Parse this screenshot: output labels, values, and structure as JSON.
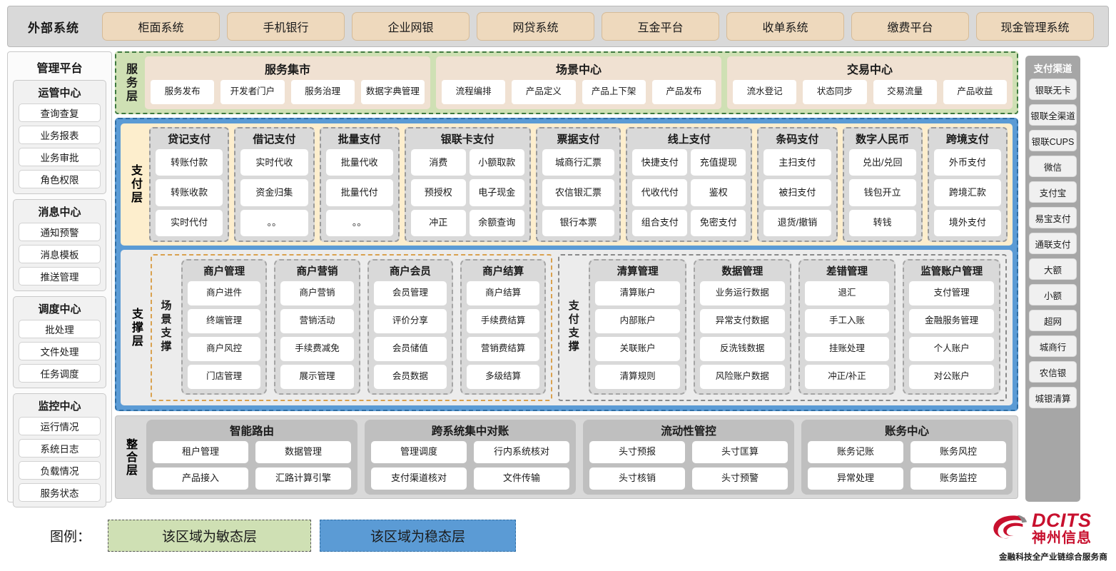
{
  "external": {
    "title": "外部系统",
    "items": [
      "柜面系统",
      "手机银行",
      "企业网银",
      "网贷系统",
      "互金平台",
      "收单系统",
      "缴费平台",
      "现金管理系统"
    ]
  },
  "mgmt": {
    "title": "管理平台",
    "groups": [
      {
        "title": "运管中心",
        "items": [
          "查询查复",
          "业务报表",
          "业务审批",
          "角色权限"
        ]
      },
      {
        "title": "消息中心",
        "items": [
          "通知预警",
          "消息模板",
          "推送管理"
        ]
      },
      {
        "title": "调度中心",
        "items": [
          "批处理",
          "文件处理",
          "任务调度"
        ]
      },
      {
        "title": "监控中心",
        "items": [
          "运行情况",
          "系统日志",
          "负载情况",
          "服务状态"
        ]
      }
    ]
  },
  "channels": {
    "title": "支付渠道",
    "items": [
      "银联无卡",
      "银联全渠道",
      "银联CUPS",
      "微信",
      "支付宝",
      "易宝支付",
      "通联支付",
      "大额",
      "小额",
      "超网",
      "城商行",
      "农信银",
      "城银清算"
    ]
  },
  "service_layer": {
    "vtitle": "服务层",
    "cards": [
      {
        "title": "服务集市",
        "items": [
          "服务发布",
          "开发者门户",
          "服务治理",
          "数据字典管理"
        ]
      },
      {
        "title": "场景中心",
        "items": [
          "流程编排",
          "产品定义",
          "产品上下架",
          "产品发布"
        ]
      },
      {
        "title": "交易中心",
        "items": [
          "流水登记",
          "状态同步",
          "交易流量",
          "产品收益"
        ]
      }
    ]
  },
  "payment_layer": {
    "vtitle": "支付层",
    "columns": [
      {
        "title": "贷记支付",
        "cols": 1,
        "items": [
          "转账付款",
          "转账收款",
          "实时代付"
        ]
      },
      {
        "title": "借记支付",
        "cols": 1,
        "items": [
          "实时代收",
          "资金归集",
          "。。"
        ]
      },
      {
        "title": "批量支付",
        "cols": 1,
        "items": [
          "批量代收",
          "批量代付",
          "。。"
        ]
      },
      {
        "title": "银联卡支付",
        "cols": 2,
        "items": [
          "消费",
          "小额取款",
          "预授权",
          "电子现金",
          "冲正",
          "余额查询"
        ]
      },
      {
        "title": "票据支付",
        "cols": 1,
        "items": [
          "城商行汇票",
          "农信银汇票",
          "银行本票"
        ]
      },
      {
        "title": "线上支付",
        "cols": 2,
        "items": [
          "快捷支付",
          "充值提现",
          "代收代付",
          "鉴权",
          "组合支付",
          "免密支付"
        ]
      },
      {
        "title": "条码支付",
        "cols": 1,
        "items": [
          "主扫支付",
          "被扫支付",
          "退货/撤销"
        ]
      },
      {
        "title": "数字人民币",
        "cols": 1,
        "items": [
          "兑出/兑回",
          "钱包开立",
          "转钱"
        ]
      },
      {
        "title": "跨境支付",
        "cols": 1,
        "items": [
          "外币支付",
          "跨境汇款",
          "境外支付"
        ]
      }
    ]
  },
  "support_layer": {
    "vtitle": "支撑层",
    "regions": [
      {
        "vtitle": "场景支撑",
        "columns": [
          {
            "title": "商户管理",
            "items": [
              "商户进件",
              "终端管理",
              "商户风控",
              "门店管理"
            ]
          },
          {
            "title": "商户营销",
            "items": [
              "商户营销",
              "营销活动",
              "手续费减免",
              "展示管理"
            ]
          },
          {
            "title": "商户会员",
            "items": [
              "会员管理",
              "评价分享",
              "会员储值",
              "会员数据"
            ]
          },
          {
            "title": "商户结算",
            "items": [
              "商户结算",
              "手续费结算",
              "营销费结算",
              "多级结算"
            ]
          }
        ]
      },
      {
        "vtitle": "支付支撑",
        "columns": [
          {
            "title": "清算管理",
            "items": [
              "清算账户",
              "内部账户",
              "关联账户",
              "清算规则"
            ]
          },
          {
            "title": "数据管理",
            "items": [
              "业务运行数据",
              "异常支付数据",
              "反洗钱数据",
              "风险账户数据"
            ]
          },
          {
            "title": "差错管理",
            "items": [
              "退汇",
              "手工入账",
              "挂账处理",
              "冲正/补正"
            ]
          },
          {
            "title": "监管账户管理",
            "items": [
              "支付管理",
              "金融服务管理",
              "个人账户",
              "对公账户"
            ]
          }
        ]
      }
    ]
  },
  "integration_layer": {
    "vtitle": "整合层",
    "cards": [
      {
        "title": "智能路由",
        "items": [
          "租户管理",
          "数据管理",
          "产品接入",
          "汇路计算引擎"
        ]
      },
      {
        "title": "跨系统集中对账",
        "items": [
          "管理调度",
          "行内系统核对",
          "支付渠道核对",
          "文件传输"
        ]
      },
      {
        "title": "流动性管控",
        "items": [
          "头寸预报",
          "头寸匡算",
          "头寸核销",
          "头寸预警"
        ]
      },
      {
        "title": "账务中心",
        "items": [
          "账务记账",
          "账务风控",
          "异常处理",
          "账务监控"
        ]
      }
    ]
  },
  "legend": {
    "label": "图例：",
    "agile": "该区域为敏态层",
    "stable": "该区域为稳态层"
  },
  "logo": {
    "en": "DCITS",
    "cn": "神州信息",
    "tagline": "金融科技全产业链综合服务商"
  },
  "colors": {
    "agile_green": "#cfe0b4",
    "stable_blue": "#5b9bd5",
    "payment_cream": "#fdeecd",
    "service_card": "#f0e1d2",
    "external_item": "#eed9bd",
    "brand_red": "#c8102e"
  }
}
